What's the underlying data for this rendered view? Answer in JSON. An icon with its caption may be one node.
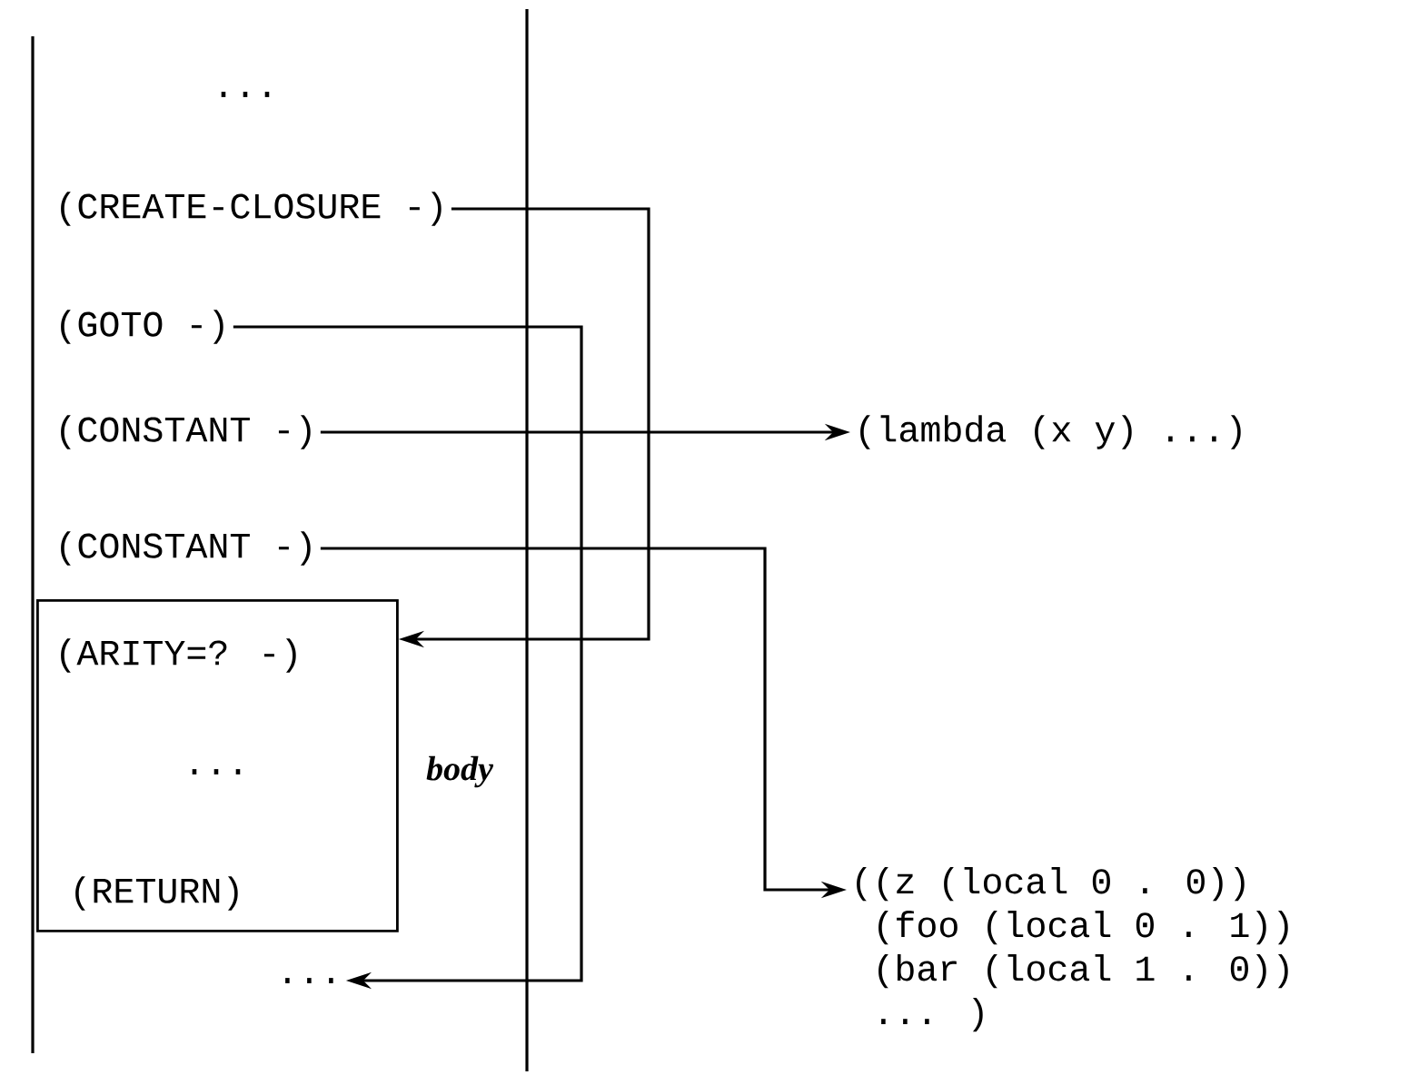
{
  "diagram": {
    "nodes": [
      {
        "text": [
          "(CREATE-CLOSURE -)"
        ]
      },
      {
        "text": [
          "(GOTO -)"
        ]
      },
      {
        "text": [
          "(CONSTANT -)"
        ]
      },
      {
        "text": [
          "(CONSTANT -)"
        ]
      },
      {
        "text": [
          "(ARITY=? -)",
          "...",
          "(RETURN)"
        ],
        "beside": [
          "body"
        ]
      },
      {
        "text": [
          "..."
        ]
      },
      {
        "text": [
          "(lambda (x y) ...)"
        ]
      },
      {
        "text": [
          "((z (local 0 . 0))",
          "(foo (local 0 . 1))",
          "(bar (local 1 . 0))",
          "... )"
        ]
      }
    ],
    "edges": [
      {
        "from": 0,
        "to": 4,
        "arrow": "to"
      },
      {
        "from": 1,
        "to": 5,
        "arrow": "to"
      },
      {
        "from": 2,
        "to": 6,
        "arrow": "to"
      },
      {
        "from": 3,
        "to": 7,
        "arrow": "to"
      }
    ],
    "labels": [
      "..."
    ]
  }
}
